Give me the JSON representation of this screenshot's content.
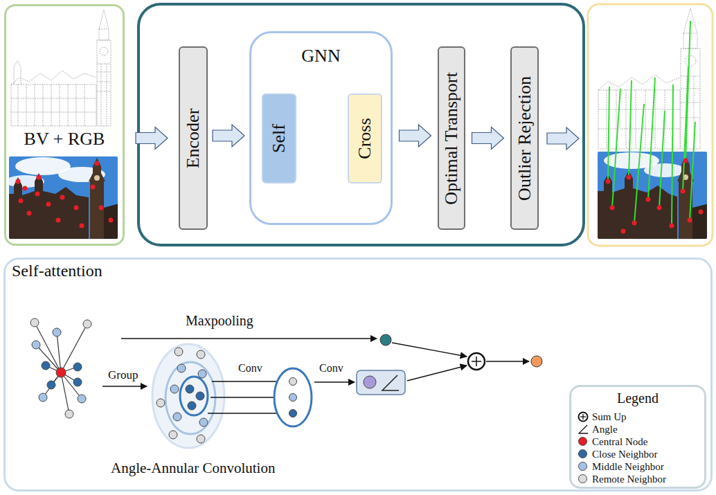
{
  "diagram": {
    "nodes": [
      {
        "text": [
          "BV + RGB"
        ]
      },
      {
        "text": [
          "Encoder"
        ]
      },
      {
        "text": [
          "GNN"
        ]
      },
      {
        "text": [
          "Self"
        ],
        "in": 2
      },
      {
        "text": [
          "Cross"
        ],
        "in": 2
      },
      {
        "text": [
          "Optimal Transport"
        ]
      },
      {
        "text": [
          "Outlier Rejection"
        ]
      },
      {
        "text": [
          "Self-attention"
        ]
      },
      {
        "text": [
          "Legend"
        ],
        "in": 7
      }
    ],
    "edges": [
      {
        "from": 0,
        "to": 1,
        "arrow": "to"
      },
      {
        "from": 1,
        "to": 2,
        "arrow": "to"
      },
      {
        "from": 3,
        "to": 4,
        "arrow": "to"
      },
      {
        "from": 2,
        "to": 5,
        "arrow": "to"
      },
      {
        "from": 5,
        "to": 6,
        "arrow": "to"
      }
    ],
    "labels": [
      "Maxpooling",
      "Group",
      "Conv",
      "Conv",
      "Angle-Annular Convolution"
    ],
    "legend": [
      {
        "text": "Sum Up"
      },
      {
        "text": "Angle"
      },
      {
        "text": "Central Node",
        "color": "#e41e26"
      },
      {
        "text": "Close Neighbor",
        "color": "#2f6aa3"
      },
      {
        "text": "Middle Neighbor",
        "color": "#a6c3e6"
      },
      {
        "text": "Remote Neighbor",
        "color": "#dcdcdc"
      }
    ]
  }
}
